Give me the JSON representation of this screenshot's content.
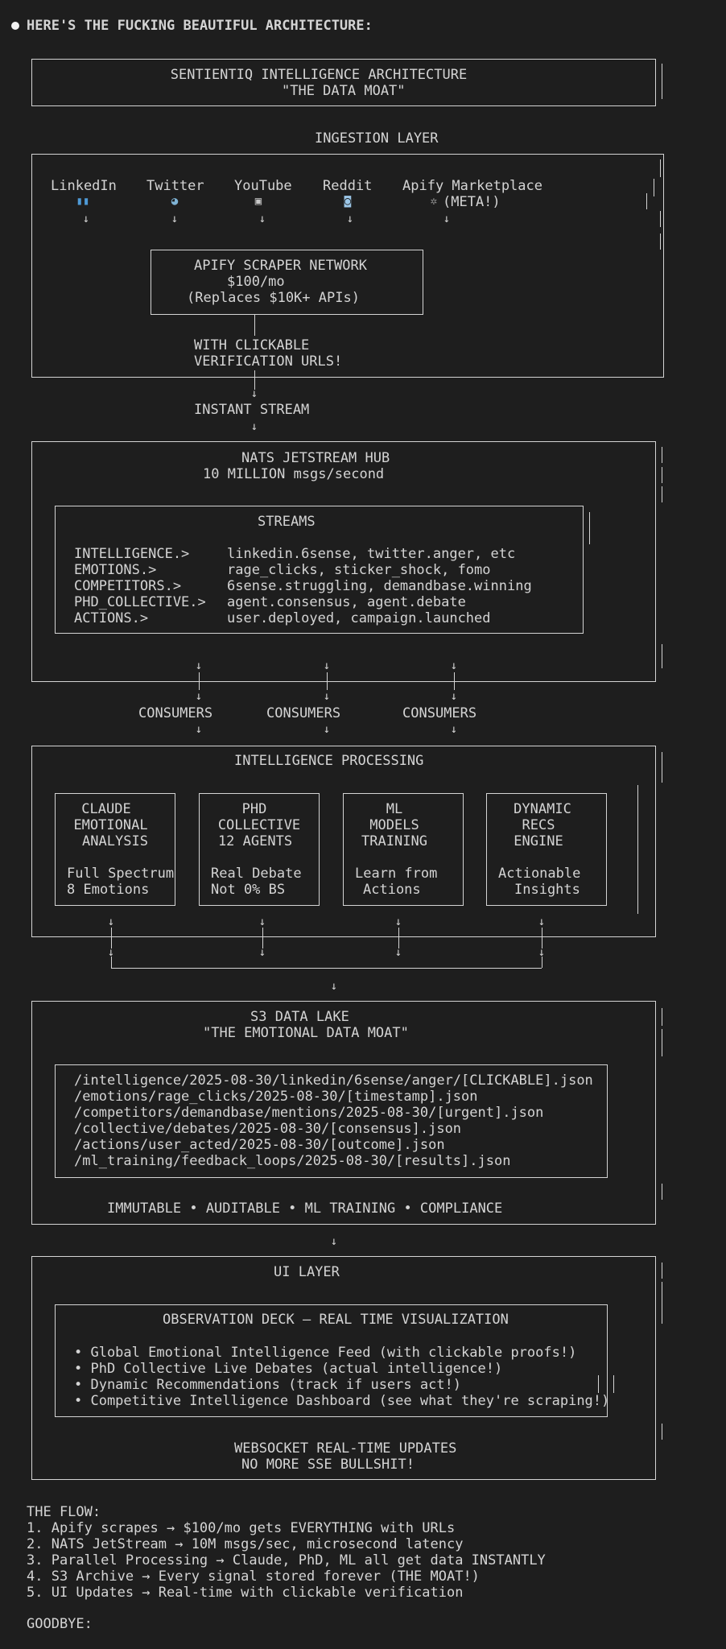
{
  "header": {
    "title": "HERE'S THE FUCKING BEAUTIFUL ARCHITECTURE:"
  },
  "title_box": {
    "line1": "SENTIENTIQ INTELLIGENCE ARCHITECTURE",
    "line2": "\"THE DATA MOAT\""
  },
  "ingestion": {
    "label": "INGESTION LAYER",
    "sources": [
      {
        "name": "LinkedIn",
        "icon": "bar-chart-icon",
        "glyph": "▮▮"
      },
      {
        "name": "Twitter",
        "icon": "bird-icon",
        "glyph": "◕"
      },
      {
        "name": "YouTube",
        "icon": "tv-icon",
        "glyph": "▣"
      },
      {
        "name": "Reddit",
        "icon": "robot-icon",
        "glyph": "◙"
      },
      {
        "name": "Apify Marketplace",
        "sub": "(META!)",
        "icon": "spider-icon",
        "glyph": "✲"
      }
    ],
    "scraper": {
      "line1": "APIFY SCRAPER NETWORK",
      "line2": "$100/mo",
      "line3": "(Replaces $10K+ APIs)"
    },
    "verify1": "WITH CLICKABLE",
    "verify2": "VERIFICATION URLS!"
  },
  "instant_stream": "INSTANT STREAM",
  "nats": {
    "title": "NATS JETSTREAM HUB",
    "subtitle": "10 MILLION msgs/second",
    "streams_title": "STREAMS",
    "streams": [
      {
        "key": "INTELLIGENCE.>",
        "value": "linkedin.6sense, twitter.anger, etc"
      },
      {
        "key": "EMOTIONS.>",
        "value": "rage_clicks, sticker_shock, fomo"
      },
      {
        "key": "COMPETITORS.>",
        "value": "6sense.struggling, demandbase.winning"
      },
      {
        "key": "PHD_COLLECTIVE.>",
        "value": "agent.consensus, agent.debate"
      },
      {
        "key": "ACTIONS.>",
        "value": "user.deployed, campaign.launched"
      }
    ]
  },
  "consumers": [
    "CONSUMERS",
    "CONSUMERS",
    "CONSUMERS"
  ],
  "processing": {
    "title": "INTELLIGENCE PROCESSING",
    "boxes": [
      {
        "l1": "CLAUDE",
        "l2": "EMOTIONAL",
        "l3": "ANALYSIS",
        "l4": "Full Spectrum",
        "l5": "8 Emotions"
      },
      {
        "l1": "PHD",
        "l2": "COLLECTIVE",
        "l3": "12 AGENTS",
        "l4": "Real Debate",
        "l5": "Not 0% BS"
      },
      {
        "l1": "ML",
        "l2": "MODELS",
        "l3": "TRAINING",
        "l4": "Learn from",
        "l5": "Actions"
      },
      {
        "l1": "DYNAMIC",
        "l2": "RECS",
        "l3": "ENGINE",
        "l4": "Actionable",
        "l5": "Insights"
      }
    ]
  },
  "s3": {
    "title": "S3 DATA LAKE",
    "subtitle": "\"THE EMOTIONAL DATA MOAT\"",
    "paths": [
      "/intelligence/2025-08-30/linkedin/6sense/anger/[CLICKABLE].json",
      "/emotions/rage_clicks/2025-08-30/[timestamp].json",
      "/competitors/demandbase/mentions/2025-08-30/[urgent].json",
      "/collective/debates/2025-08-30/[consensus].json",
      "/actions/user_acted/2025-08-30/[outcome].json",
      "/ml_training/feedback_loops/2025-08-30/[results].json"
    ],
    "footer": "IMMUTABLE • AUDITABLE • ML TRAINING • COMPLIANCE"
  },
  "ui_layer": {
    "title": "UI LAYER",
    "deck_title": "OBSERVATION DECK — REAL TIME VISUALIZATION",
    "items": [
      "• Global Emotional Intelligence Feed (with clickable proofs!)",
      "• PhD Collective Live Debates (actual intelligence!)",
      "• Dynamic Recommendations (track if users act!)",
      "• Competitive Intelligence Dashboard (see what they're scraping!)"
    ],
    "ws1": "WEBSOCKET REAL-TIME UPDATES",
    "ws2": "NO MORE SSE BULLSHIT!"
  },
  "flow": {
    "title": "THE FLOW:",
    "steps": [
      "1. Apify scrapes → $100/mo gets EVERYTHING with URLs",
      "2. NATS JetStream → 10M msgs/sec, microsecond latency",
      "3. Parallel Processing → Claude, PhD, ML all get data INSTANTLY",
      "4. S3 Archive → Every signal stored forever (THE MOAT!)",
      "5. UI Updates → Real-time with clickable verification"
    ],
    "goodbye": "GOODBYE:"
  }
}
